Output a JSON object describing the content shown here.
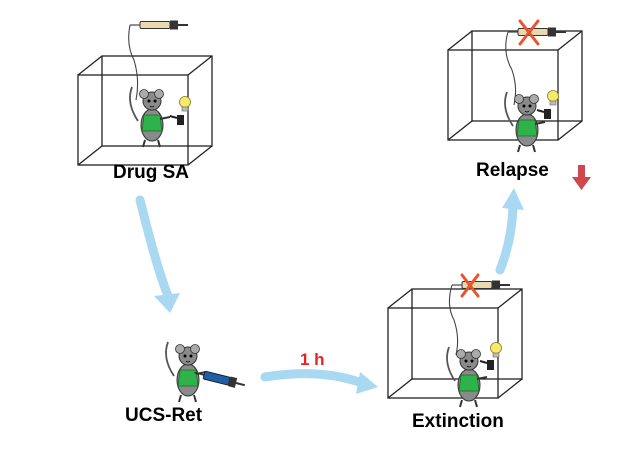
{
  "stages": {
    "drug_sa": "Drug SA",
    "ucs_ret": "UCS-Ret",
    "extinction": "Extinction",
    "relapse": "Relapse"
  },
  "transition": {
    "time_label": "1 h"
  },
  "colors": {
    "flow_arrow": "#a9d8f2",
    "time_text": "#e0262a",
    "cross_mark": "#e8542e",
    "down_arrow": "#d0484d",
    "rat_vest": "#2db34a",
    "rat_body": "#8a8a8a",
    "bulb": "#f7ea6a",
    "syringe_barrel": "#e8d9b0",
    "ucs_syringe": "#1f5fa8"
  },
  "icons": [
    "operant-chamber-icon",
    "rat-icon",
    "syringe-icon",
    "light-bulb-icon",
    "lever-icon",
    "cross-mark-icon",
    "down-arrow-icon"
  ]
}
